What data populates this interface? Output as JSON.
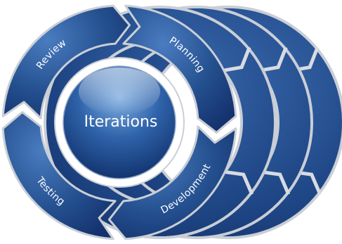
{
  "diagram": {
    "center_label": "Iterations",
    "segments": [
      {
        "label": "Review"
      },
      {
        "label": "Planning"
      },
      {
        "label": "Development"
      },
      {
        "label": "Testing"
      }
    ],
    "colors": {
      "ring_dark": "#13306b",
      "ring_mid": "#24508f",
      "ring_light": "#4a7cc0",
      "hub_light": "#7faee0",
      "hub_dark": "#0d2a63",
      "outline": "#c9ced6"
    }
  }
}
